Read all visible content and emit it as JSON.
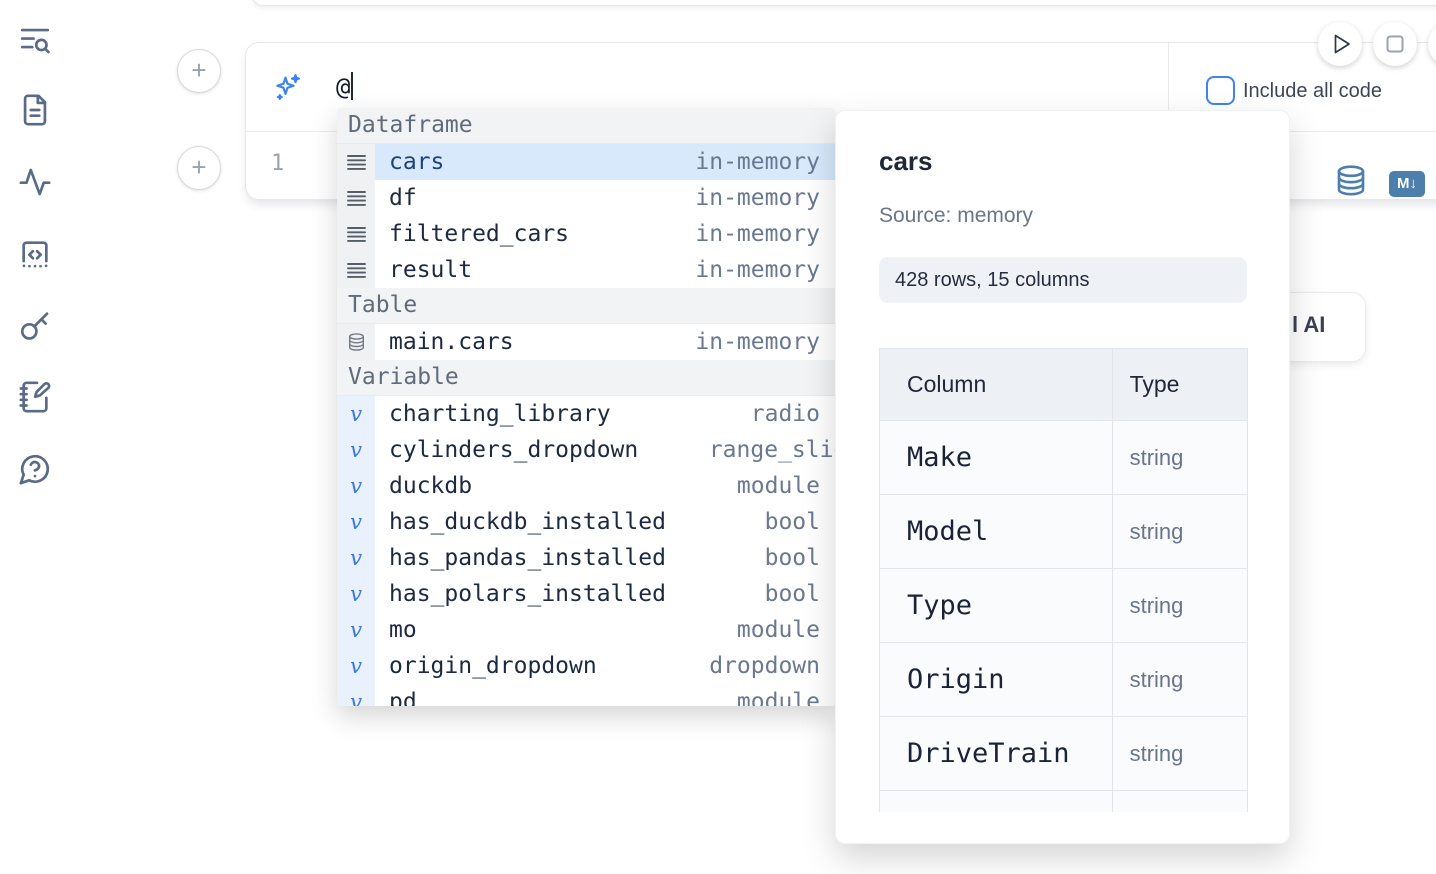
{
  "colors": {
    "accent_blue": "#3b82f6",
    "steel_blue": "#4d7fac",
    "selection_blue": "#d7e9fb",
    "icon_slate": "#5a6b87"
  },
  "sidebar": {
    "items": [
      {
        "icon": "text-search-icon"
      },
      {
        "icon": "file-text-icon"
      },
      {
        "icon": "activity-icon"
      },
      {
        "icon": "snippets-code-icon"
      },
      {
        "icon": "key-icon"
      },
      {
        "icon": "notebook-pen-icon"
      },
      {
        "icon": "help-chat-icon"
      }
    ]
  },
  "run_controls": {
    "run_icon": "play-icon",
    "stop_icon": "stop-icon"
  },
  "ai_prompt": {
    "icon": "sparkles-icon",
    "value": "@"
  },
  "include_checkbox": {
    "label": "Include all code",
    "checked": false
  },
  "code_cell": {
    "line_number": "1",
    "actions": [
      {
        "icon": "database-icon"
      },
      {
        "icon": "markdown-icon",
        "label": "M↓"
      }
    ]
  },
  "autocomplete": {
    "sections": [
      {
        "label": "Dataframe",
        "items": [
          {
            "name": "cars",
            "type": "in-memory",
            "icon": "dataframe-icon",
            "selected": true
          },
          {
            "name": "df",
            "type": "in-memory",
            "icon": "dataframe-icon"
          },
          {
            "name": "filtered_cars",
            "type": "in-memory",
            "icon": "dataframe-icon"
          },
          {
            "name": "result",
            "type": "in-memory",
            "icon": "dataframe-icon"
          }
        ]
      },
      {
        "label": "Table",
        "items": [
          {
            "name": "main.cars",
            "type": "in-memory",
            "icon": "table-icon"
          }
        ]
      },
      {
        "label": "Variable",
        "items": [
          {
            "name": "charting_library",
            "type": "radio",
            "icon": "variable-icon"
          },
          {
            "name": "cylinders_dropdown",
            "type": "range_slider",
            "icon": "variable-icon",
            "overflow": true
          },
          {
            "name": "duckdb",
            "type": "module",
            "icon": "variable-icon"
          },
          {
            "name": "has_duckdb_installed",
            "type": "bool",
            "icon": "variable-icon"
          },
          {
            "name": "has_pandas_installed",
            "type": "bool",
            "icon": "variable-icon"
          },
          {
            "name": "has_polars_installed",
            "type": "bool",
            "icon": "variable-icon"
          },
          {
            "name": "mo",
            "type": "module",
            "icon": "variable-icon"
          },
          {
            "name": "origin_dropdown",
            "type": "dropdown",
            "icon": "variable-icon"
          },
          {
            "name": "pd",
            "type": "module",
            "icon": "variable-icon",
            "partial": true
          }
        ]
      }
    ]
  },
  "preview_popup": {
    "title": "cars",
    "source": "Source: memory",
    "shape": "428 rows, 15 columns",
    "table": {
      "headers": [
        "Column",
        "Type"
      ],
      "rows": [
        [
          "Make",
          "string"
        ],
        [
          "Model",
          "string"
        ],
        [
          "Type",
          "string"
        ],
        [
          "Origin",
          "string"
        ],
        [
          "DriveTrain",
          "string"
        ],
        [
          "",
          ""
        ]
      ]
    }
  },
  "ai_card": {
    "label_fragment": "l AI"
  }
}
